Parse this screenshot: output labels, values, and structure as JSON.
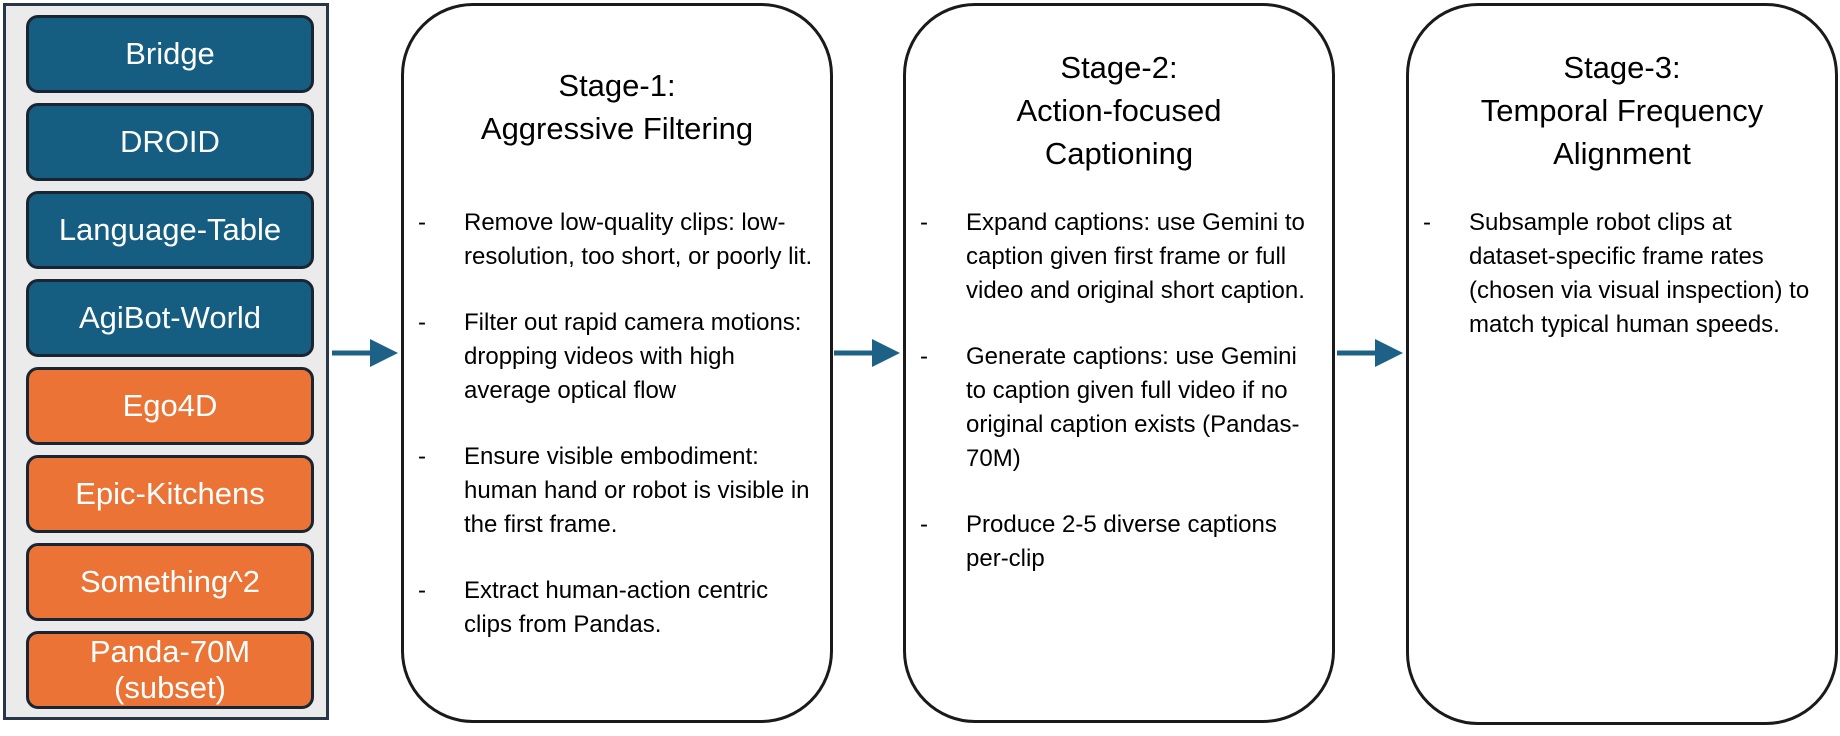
{
  "colors": {
    "robot": "#155e82",
    "human": "#ea7335",
    "arrow": "#1d6286",
    "panel": "#ebebeb"
  },
  "datasets": [
    {
      "label": "Bridge",
      "group": "robot"
    },
    {
      "label": "DROID",
      "group": "robot"
    },
    {
      "label": "Language-Table",
      "group": "robot"
    },
    {
      "label": "AgiBot-World",
      "group": "robot"
    },
    {
      "label": "Ego4D",
      "group": "human"
    },
    {
      "label": "Epic-Kitchens",
      "group": "human"
    },
    {
      "label": "Something^2",
      "group": "human"
    },
    {
      "label": "Panda-70M\n(subset)",
      "group": "human"
    }
  ],
  "stages": [
    {
      "title": "Stage-1:\nAggressive Filtering",
      "bullet_marker": "-",
      "bullets": [
        "Remove low-quality clips: low-resolution, too short, or poorly lit.",
        "Filter out rapid camera motions:  dropping videos with high average optical flow",
        "Ensure visible embodiment: human hand or robot is visible in the first frame.",
        "Extract human-action centric clips from Pandas."
      ]
    },
    {
      "title": "Stage-2:\nAction-focused\nCaptioning",
      "bullet_marker": "-",
      "bullets": [
        "Expand captions: use Gemini to caption given first frame or full video and original short caption.",
        "Generate captions:  use Gemini to caption given full video if no original caption exists (Pandas-70M)",
        "Produce 2-5 diverse captions per-clip"
      ]
    },
    {
      "title": "Stage-3:\nTemporal Frequency\nAlignment",
      "bullet_marker": "-",
      "bullets": [
        "Subsample robot clips at dataset-specific frame rates (chosen via visual inspection) to match typical human speeds."
      ]
    }
  ]
}
